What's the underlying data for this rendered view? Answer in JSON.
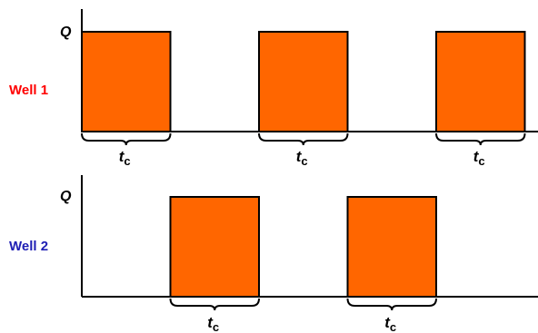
{
  "colors": {
    "pulse_fill": "#ff6600",
    "pulse_stroke": "#000000",
    "well1_label": "#ff0000",
    "well2_label": "#1f1fb4"
  },
  "wells": [
    {
      "label": "Well 1",
      "axis_label": "Q",
      "pulses": [
        {
          "start": 0,
          "end": 1
        },
        {
          "start": 2,
          "end": 3
        },
        {
          "start": 4,
          "end": 5
        }
      ],
      "spans": [
        {
          "start": 0,
          "end": 1,
          "label": "t",
          "subscript": "c"
        },
        {
          "start": 2,
          "end": 3,
          "label": "t",
          "subscript": "c"
        },
        {
          "start": 4,
          "end": 5,
          "label": "t",
          "subscript": "c"
        }
      ]
    },
    {
      "label": "Well 2",
      "axis_label": "Q",
      "pulses": [
        {
          "start": 1,
          "end": 2
        },
        {
          "start": 3,
          "end": 4
        }
      ],
      "spans": [
        {
          "start": 1,
          "end": 2,
          "label": "t",
          "subscript": "c"
        },
        {
          "start": 3,
          "end": 4,
          "label": "t",
          "subscript": "c"
        }
      ]
    }
  ]
}
